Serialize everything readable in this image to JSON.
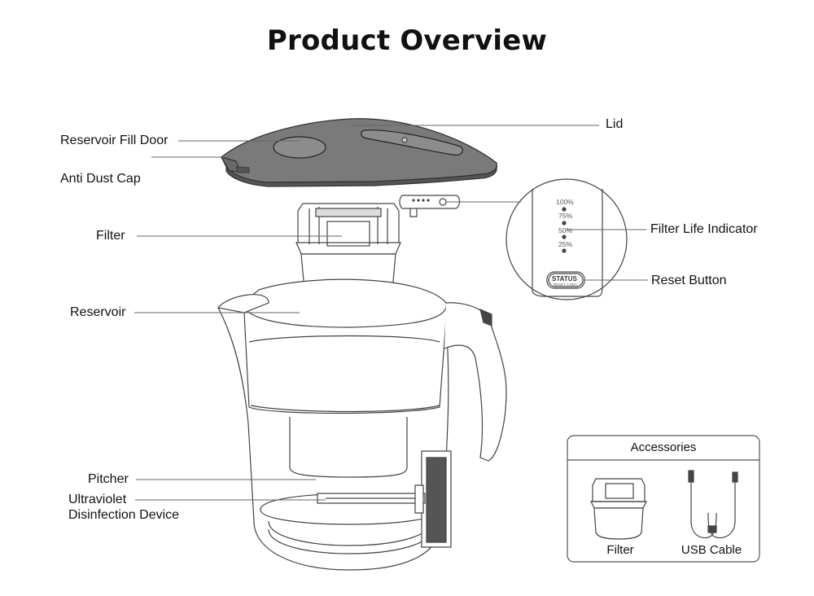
{
  "title": "Product Overview",
  "labels": {
    "reservoir_fill_door": "Reservoir Fill Door",
    "anti_dust_cap": "Anti Dust Cap",
    "filter": "Filter",
    "reservoir": "Reservoir",
    "pitcher": "Pitcher",
    "uv_line1": "Ultraviolet",
    "uv_line2": "Disinfection Device",
    "lid": "Lid",
    "filter_life_indicator": "Filter Life Indicator",
    "reset_button": "Reset Button"
  },
  "indicator": {
    "levels": [
      "100%",
      "75%",
      "50%",
      "25%"
    ],
    "status_label": "STATUS",
    "status_sub": "RESET 3 SEC"
  },
  "accessories": {
    "title": "Accessories",
    "items": [
      "Filter",
      "USB Cable"
    ]
  }
}
